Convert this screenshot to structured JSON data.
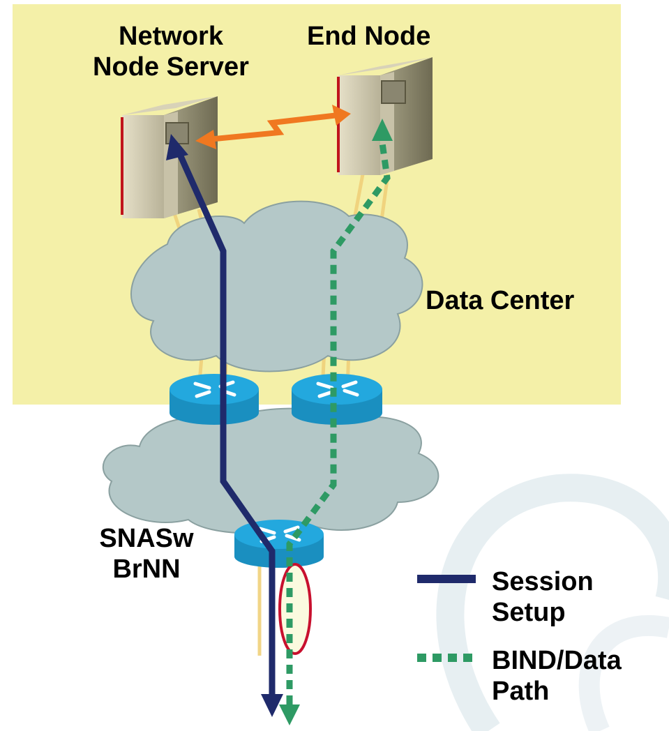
{
  "labels": {
    "network_node_server_line1": "Network",
    "network_node_server_line2": "Node Server",
    "end_node": "End Node",
    "data_center": "Data Center",
    "snasw_line1": "SNASw",
    "snasw_line2": "BrNN"
  },
  "legend": {
    "session_setup_line1": "Session",
    "session_setup_line2": "Setup",
    "bind_path_line1": "BIND/Data",
    "bind_path_line2": "Path"
  },
  "colors": {
    "data_center_bg": "#f4f0a8",
    "cloud_fill": "#b4c8c8",
    "cloud_stroke": "#8aa0a0",
    "router_blue": "#1aa3d9",
    "session_setup": "#1f2a6b",
    "bind_path": "#2e9a64",
    "appn_link": "#f07820",
    "highlight_ellipse": "#c8102e",
    "link_line": "#f0d07a"
  },
  "icons": [
    "server-icon",
    "router-icon",
    "cloud-icon",
    "swirl-watermark-icon"
  ]
}
